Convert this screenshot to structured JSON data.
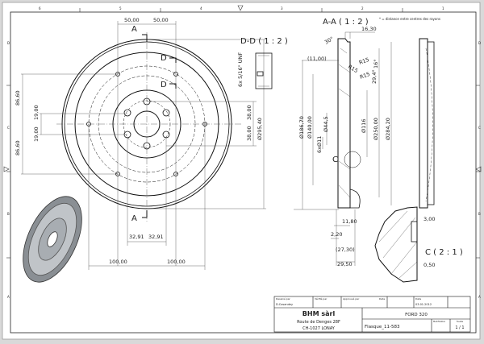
{
  "ruler": {
    "cols": [
      "6",
      "5",
      "4",
      "3",
      "2",
      "1"
    ],
    "rows": [
      "D",
      "C",
      "B",
      "A"
    ]
  },
  "front_view": {
    "section_a": "A",
    "section_d": "D",
    "dims": {
      "top_left": "50,00",
      "top_right": "50,00",
      "left_upper": "86,60",
      "left_lower": "86,60",
      "inner_upper": "19,00",
      "inner_lower": "19,00",
      "right_upper": "38,00",
      "right_lower": "38,00",
      "diameter": "Ø295,40",
      "bottom_left": "32,91",
      "bottom_right": "32,91",
      "base_left": "100,00",
      "base_right": "100,00"
    }
  },
  "section_dd": {
    "title": "D-D ( 1 : 2 )",
    "thread": "6x 5/16\" UNF"
  },
  "section_aa": {
    "title": "A-A ( 1 : 2 )",
    "note": "* = distance entre centres des rayons",
    "dims": {
      "width": "16,30",
      "angle": "30°",
      "offset": "(11,00)",
      "r1": "R15",
      "r2": "R15",
      "r3": "R15",
      "a16": "16°",
      "a29": "29,4°",
      "d186": "Ø186,70",
      "d140": "Ø140,00",
      "d44": "Ø44,5",
      "holes": "6xØ11",
      "d116": "Ø116",
      "d250": "Ø250,00",
      "d284": "Ø284,20",
      "w1180": "11,80",
      "w220": "2,20",
      "w2730": "(27,30)",
      "w2950": "29,50",
      "detail": "C"
    }
  },
  "detail_c": {
    "title": "C ( 2 : 1 )",
    "d300": "3,00",
    "d050": "0,50"
  },
  "title_block": {
    "drawn_by_label": "Dessiné par",
    "drawn_by": "D.Cosandey",
    "checked_label": "Vérifié par",
    "approved_label": "Approuvé par",
    "date_label1": "Date",
    "date_label2": "Date",
    "date": "03.01.2012",
    "company": "BHM sàrl",
    "address1": "Route de Denges 28F",
    "address2": "CH-1027 LONAY",
    "project": "FORD 320",
    "part": "Flasque_11-583",
    "mod_label": "Modification",
    "sheet_label": "Feuille",
    "sheet": "1 / 1"
  }
}
